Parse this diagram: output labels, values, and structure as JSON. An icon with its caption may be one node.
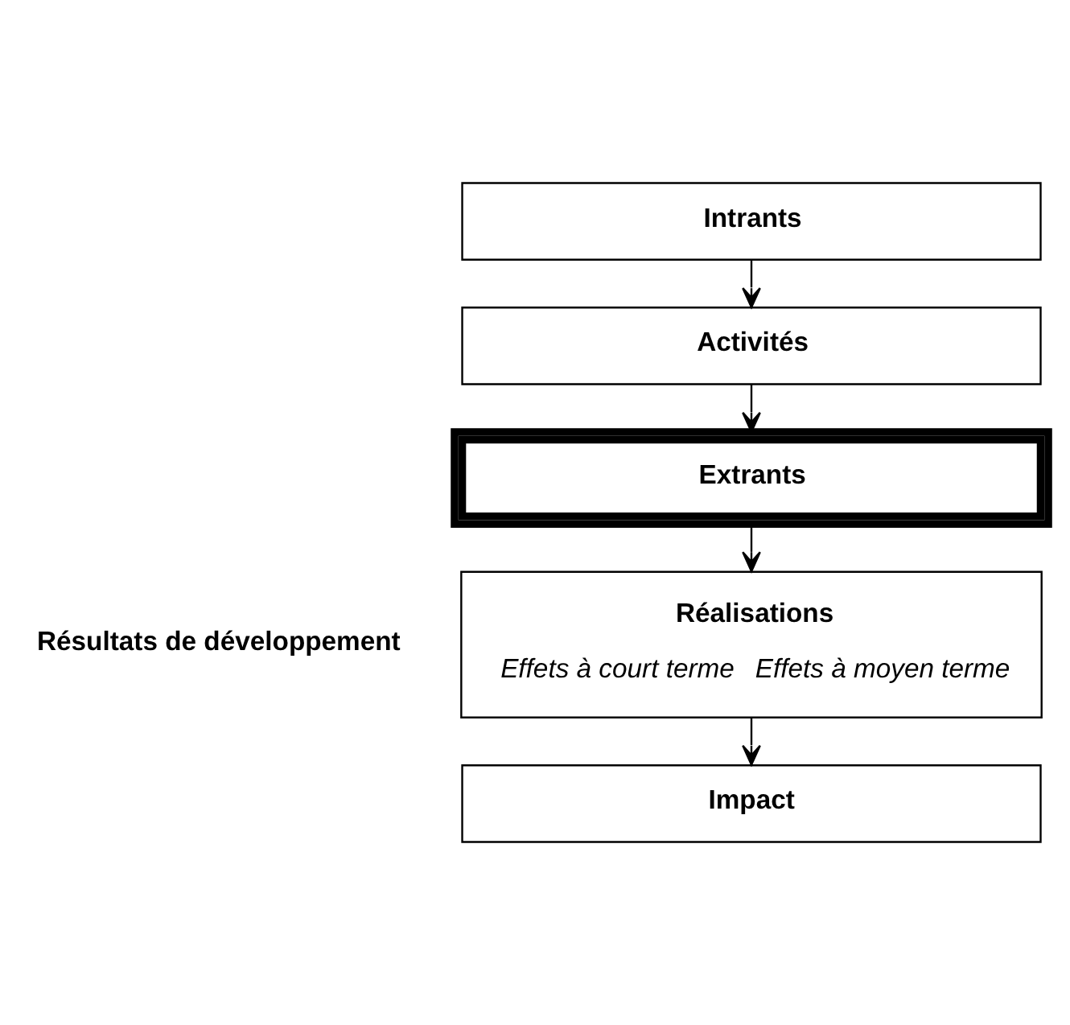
{
  "diagram": {
    "nodes": [
      {
        "text": [
          "Intrants"
        ]
      },
      {
        "text": [
          "Activités"
        ]
      },
      {
        "text": [
          "Extrants"
        ]
      },
      {
        "text": [
          "Réalisations",
          "Effets à court terme",
          "Effets à moyen terme"
        ]
      },
      {
        "text": [
          "Impact"
        ]
      }
    ],
    "edges": [
      {
        "from": 0,
        "to": 1,
        "arrow": "to"
      },
      {
        "from": 1,
        "to": 2,
        "arrow": "to"
      },
      {
        "from": 2,
        "to": 3,
        "arrow": "to"
      },
      {
        "from": 3,
        "to": 4,
        "arrow": "to"
      }
    ],
    "labels": [
      "Résultats de développement"
    ]
  }
}
